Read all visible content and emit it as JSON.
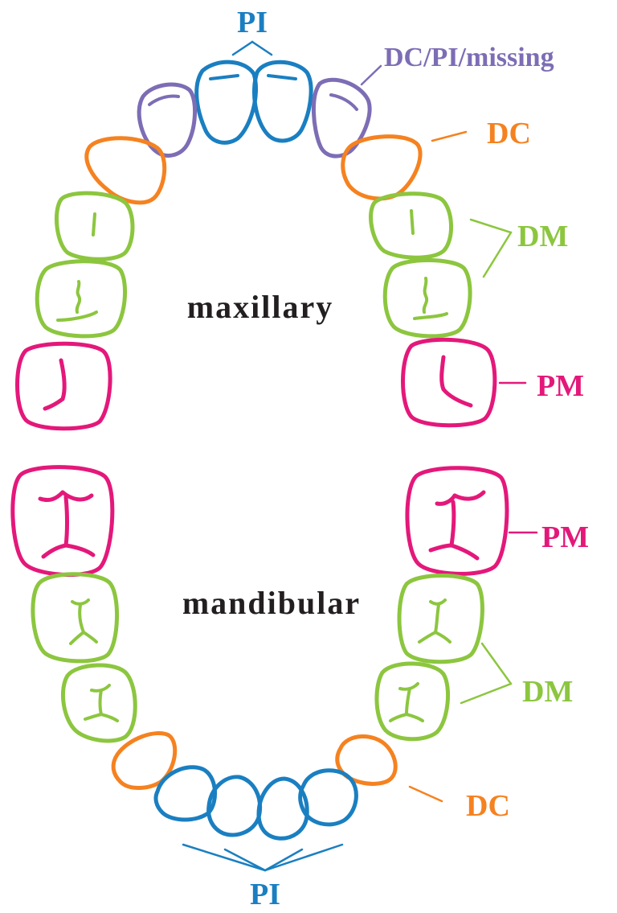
{
  "colors": {
    "PI": "#1a7fc1",
    "DC_PI_missing": "#7d6db5",
    "DC": "#f58220",
    "DM": "#8cc63f",
    "PM": "#e4187a",
    "arch_label": "#231f20"
  },
  "arches": {
    "maxillary": "maxillary",
    "mandibular": "mandibular"
  },
  "labels": {
    "upper_pi": "PI",
    "upper_dc_pi_missing": "DC/PI/missing",
    "upper_dc": "DC",
    "upper_dm": "DM",
    "upper_pm": "PM",
    "lower_pm": "PM",
    "lower_dm": "DM",
    "lower_dc": "DC",
    "lower_pi": "PI"
  }
}
